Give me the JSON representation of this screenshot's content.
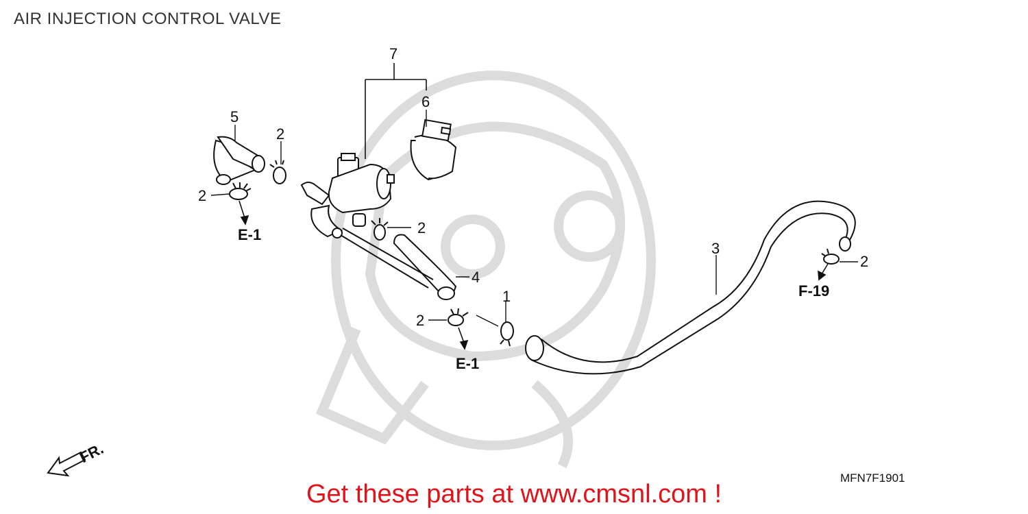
{
  "title": "AIR INJECTION CONTROL VALVE",
  "diagram_code": "MFN7F1901",
  "banner": "Get these parts at www.cmsnl.com !",
  "front_marker": "FR.",
  "callouts": {
    "c1": "1",
    "c2a": "2",
    "c2b": "2",
    "c2c": "2",
    "c2d": "2",
    "c2e": "2",
    "c3": "3",
    "c4": "4",
    "c5": "5",
    "c6": "6",
    "c7": "7"
  },
  "references": {
    "e1_left": "E-1",
    "e1_bottom": "E-1",
    "f19": "F-19"
  },
  "colors": {
    "line": "#111111",
    "watermark": "#d9d9d9",
    "banner": "#e0131a"
  }
}
